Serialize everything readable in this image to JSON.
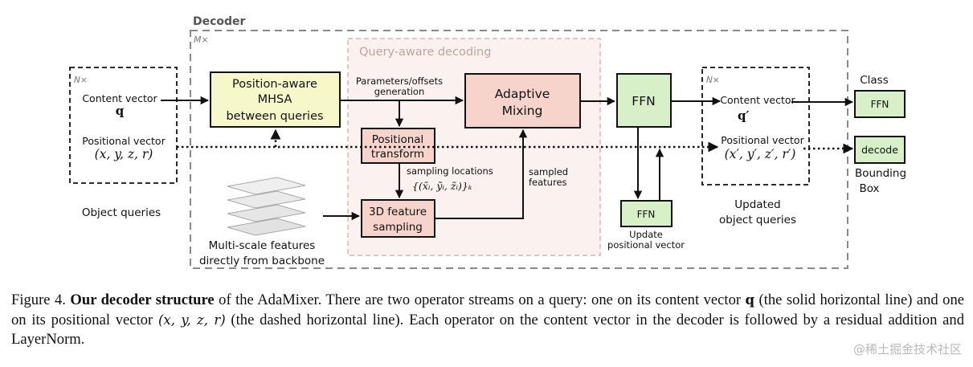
{
  "diagram": {
    "decoder_title": "Decoder",
    "m_times": "M×",
    "query_aware_title": "Query-aware decoding",
    "n_times_left": "N×",
    "n_times_right": "N×",
    "content_vector_label": "Content vector",
    "content_vector_symbol": "q",
    "positional_vector_label": "Positional vector",
    "positional_vector_symbol": "(x, y, z, r)",
    "object_queries": "Object queries",
    "mhsa_line1": "Position-aware",
    "mhsa_line2": "MHSA",
    "mhsa_line3": "between queries",
    "params_line1": "Parameters/offsets",
    "params_line2": "generation",
    "adaptive_line1": "Adaptive",
    "adaptive_line2": "Mixing",
    "positional_transform_line1": "Positional",
    "positional_transform_line2": "transform",
    "sampling_locations": "sampling locations",
    "sampling_formula": "{(x̃ᵢ, ỹᵢ, z̃ᵢ)}ₖ",
    "sampled_line1": "sampled",
    "sampled_line2": "features",
    "feature_sampling_line1": "3D feature",
    "feature_sampling_line2": "sampling",
    "multiscale_line1": "Multi-scale features",
    "multiscale_line2": "directly from backbone",
    "ffn_main": "FFN",
    "ffn_small": "FFN",
    "update_line1": "Update",
    "update_line2": "positional vector",
    "content_vector_out_label": "Content vector",
    "content_vector_out_symbol": "q′",
    "positional_vector_out_label": "Positional vector",
    "positional_vector_out_symbol": "(x′, y′, z′, r′)",
    "updated_line1": "Updated",
    "updated_line2": "object queries",
    "class_label": "Class",
    "class_ffn": "FFN",
    "decode_box": "decode",
    "bbox_line1": "Bounding",
    "bbox_line2": "Box"
  },
  "caption": {
    "figure_label": "Figure 4.",
    "bold_part": "Our decoder structure",
    "text_1": " of the AdaMixer. There are two operator streams on a query: one on its content vector ",
    "q_symbol": "q",
    "text_2": " (the solid horizontal line) and one on its positional vector ",
    "pos_symbol": "(x, y, z, r)",
    "text_3": " (the dashed horizontal line). Each operator on the content vector in the decoder is followed by a residual addition and LayerNorm."
  },
  "watermark": "@稀土掘金技术社区",
  "colors": {
    "yellow_box": "#f7f8c9",
    "salmon_box": "#f6d4cc",
    "green_box": "#d7f0c8",
    "query_aware_bg": "#fbf1ee",
    "dashed_gray": "#8a8a8a",
    "title_gray": "#555555"
  }
}
